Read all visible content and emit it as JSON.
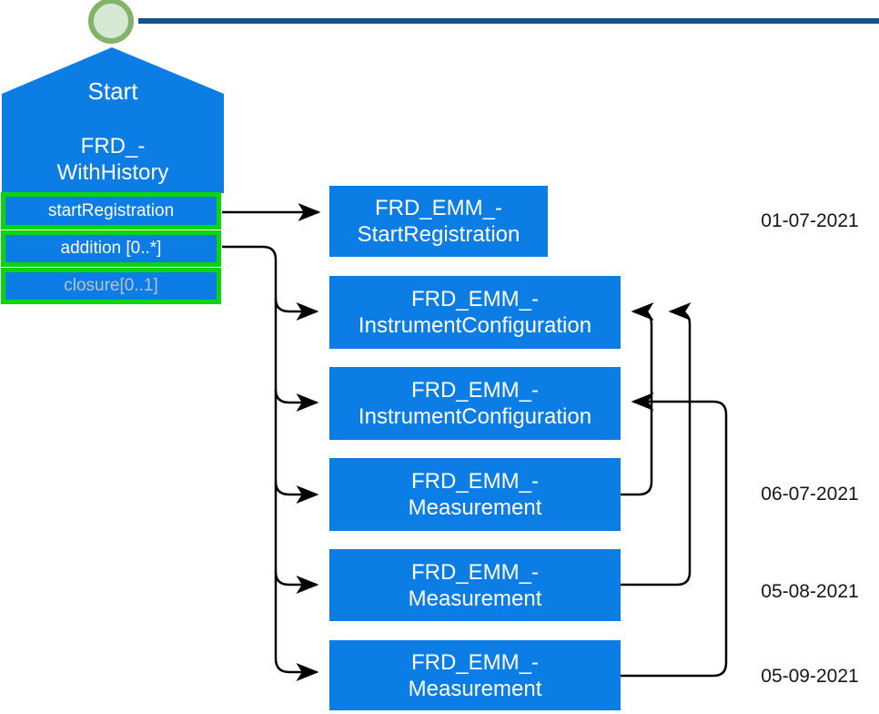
{
  "diagram": {
    "start_node": {
      "port_label": "Start",
      "title_line1": "FRD_-",
      "title_line2": "WithHistory",
      "rows": [
        {
          "label": "startRegistration"
        },
        {
          "label": "addition [0..*]"
        },
        {
          "label": "closure[0..1]"
        }
      ]
    },
    "event_boxes": [
      {
        "line1": "FRD_EMM_-",
        "line2": "StartRegistration"
      },
      {
        "line1": "FRD_EMM_-",
        "line2": "InstrumentConfiguration"
      },
      {
        "line1": "FRD_EMM_-",
        "line2": "InstrumentConfiguration"
      },
      {
        "line1": "FRD_EMM_-",
        "line2": "Measurement"
      },
      {
        "line1": "FRD_EMM_-",
        "line2": "Measurement"
      },
      {
        "line1": "FRD_EMM_-",
        "line2": "Measurement"
      }
    ],
    "dates": [
      "01-07-2021",
      "06-07-2021",
      "05-08-2021",
      "05-09-2021"
    ],
    "colors": {
      "node_blue": "#0d7de6",
      "highlight_green": "#0bd50b",
      "timeline_blue": "#17508f",
      "circle_ring_green": "#82b366",
      "circle_fill_green": "#d5e8d4",
      "muted_row_text": "#b9c2ca",
      "arrow_black": "#000000"
    }
  }
}
